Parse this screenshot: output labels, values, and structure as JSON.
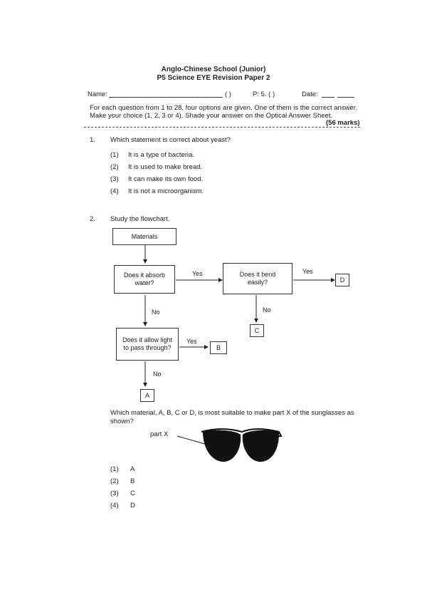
{
  "header": {
    "school": "Anglo-Chinese School (Junior)",
    "paper": "P5 Science EYE Revision Paper 2",
    "name_label": "Name:",
    "paren": "(   )",
    "class_label": "P: 5. (     )",
    "date_label": "Date:"
  },
  "instructions": {
    "line1": "For each question from 1 to 28, four options are given. One of them is the correct answer.",
    "line2": "Make your choice (1, 2, 3 or 4). Shade your answer on the Optical Answer Sheet.",
    "marks": "(56 marks)"
  },
  "q1": {
    "number": "1.",
    "text": "Which statement is correct about yeast?",
    "options": [
      {
        "num": "(1)",
        "text": "It is a type of bacteria."
      },
      {
        "num": "(2)",
        "text": "It is used to make bread."
      },
      {
        "num": "(3)",
        "text": "It can make its own food."
      },
      {
        "num": "(4)",
        "text": "It is not a microorganism."
      }
    ]
  },
  "q2": {
    "number": "2.",
    "text": "Study the flowchart.",
    "flow": {
      "materials": "Materials",
      "absorb": "Does it absorb water?",
      "bend": "Does it bend easily?",
      "light": "Does it allow light to pass through?",
      "yes1": "Yes",
      "yes2": "Yes",
      "yes3": "Yes",
      "no1": "No",
      "no2": "No",
      "no3": "No",
      "a": "A",
      "b": "B",
      "c": "C",
      "d": "D"
    },
    "question_line1": "Which material, A, B, C or D, is most suitable to make part X of the sunglasses as",
    "question_line2": "shown?",
    "part_label": "part X",
    "options": [
      {
        "num": "(1)",
        "text": "A"
      },
      {
        "num": "(2)",
        "text": "B"
      },
      {
        "num": "(3)",
        "text": "C"
      },
      {
        "num": "(4)",
        "text": "D"
      }
    ]
  }
}
